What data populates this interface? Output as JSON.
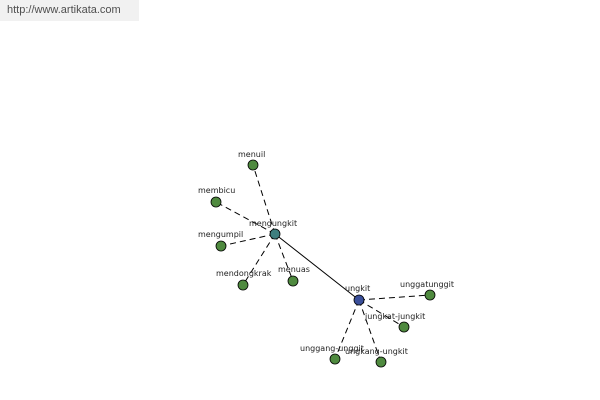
{
  "source_url": "http://www.artikata.com",
  "colors": {
    "leaf_node": "#4f8a3f",
    "hub_node_mengungkit": "#3f7f7f",
    "hub_node_ungkit": "#3a4f9a"
  },
  "graph": {
    "nodes": [
      {
        "id": "mengungkit",
        "label": "mengungkit",
        "kind": "hub"
      },
      {
        "id": "ungkit",
        "label": "ungkit",
        "kind": "hub2"
      },
      {
        "id": "menuil",
        "label": "menuil",
        "kind": "leaf"
      },
      {
        "id": "membicu",
        "label": "membicu",
        "kind": "leaf"
      },
      {
        "id": "mengumpil",
        "label": "mengumpil",
        "kind": "leaf"
      },
      {
        "id": "mendongkrak",
        "label": "mendongkrak",
        "kind": "leaf"
      },
      {
        "id": "menuas",
        "label": "menuas",
        "kind": "leaf"
      },
      {
        "id": "unggatunggit",
        "label": "unggatunggit",
        "kind": "leaf"
      },
      {
        "id": "jungkat-jungkit",
        "label": "jungkat-jungkit",
        "kind": "leaf"
      },
      {
        "id": "unggang-unggit",
        "label": "unggang-unggit",
        "kind": "leaf"
      },
      {
        "id": "ungkang-ungkit",
        "label": "ungkang-ungkit",
        "kind": "leaf"
      }
    ],
    "edges": [
      {
        "from": "mengungkit",
        "to": "menuil",
        "style": "dashed"
      },
      {
        "from": "mengungkit",
        "to": "membicu",
        "style": "dashed"
      },
      {
        "from": "mengungkit",
        "to": "mengumpil",
        "style": "dashed"
      },
      {
        "from": "mengungkit",
        "to": "mendongkrak",
        "style": "dashed"
      },
      {
        "from": "mengungkit",
        "to": "menuas",
        "style": "dashed"
      },
      {
        "from": "mengungkit",
        "to": "ungkit",
        "style": "solid"
      },
      {
        "from": "ungkit",
        "to": "unggatunggit",
        "style": "dashed"
      },
      {
        "from": "ungkit",
        "to": "jungkat-jungkit",
        "style": "dashed"
      },
      {
        "from": "ungkit",
        "to": "unggang-unggit",
        "style": "dashed"
      },
      {
        "from": "ungkit",
        "to": "ungkang-ungkit",
        "style": "dashed"
      }
    ]
  }
}
